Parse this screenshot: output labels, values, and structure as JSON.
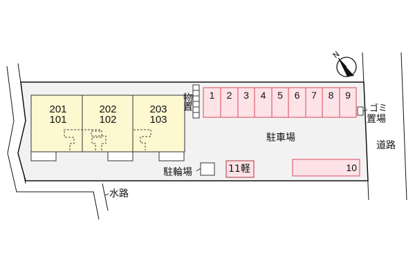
{
  "colors": {
    "lot_fill": "#f2f2f2",
    "building_fill": "#fdf8d0",
    "stall_fill": "#fde3e8",
    "stall_stroke": "#d9455a",
    "line": "#111111"
  },
  "compass": {
    "label": "N"
  },
  "building": {
    "units": [
      {
        "upper": "201",
        "lower": "101"
      },
      {
        "upper": "202",
        "lower": "102"
      },
      {
        "upper": "203",
        "lower": "103"
      }
    ]
  },
  "storage": {
    "label": "物置"
  },
  "parking": {
    "label": "駐車場",
    "stalls": [
      "1",
      "2",
      "3",
      "4",
      "5",
      "6",
      "7",
      "8",
      "9"
    ],
    "stall_10": "10",
    "stall_11": "11軽"
  },
  "bicycle_parking": {
    "label": "駐輪場"
  },
  "garbage": {
    "label_line1": "ゴミ",
    "label_line2": "置場"
  },
  "road": {
    "label": "道路"
  },
  "waterway": {
    "label": "水路"
  }
}
